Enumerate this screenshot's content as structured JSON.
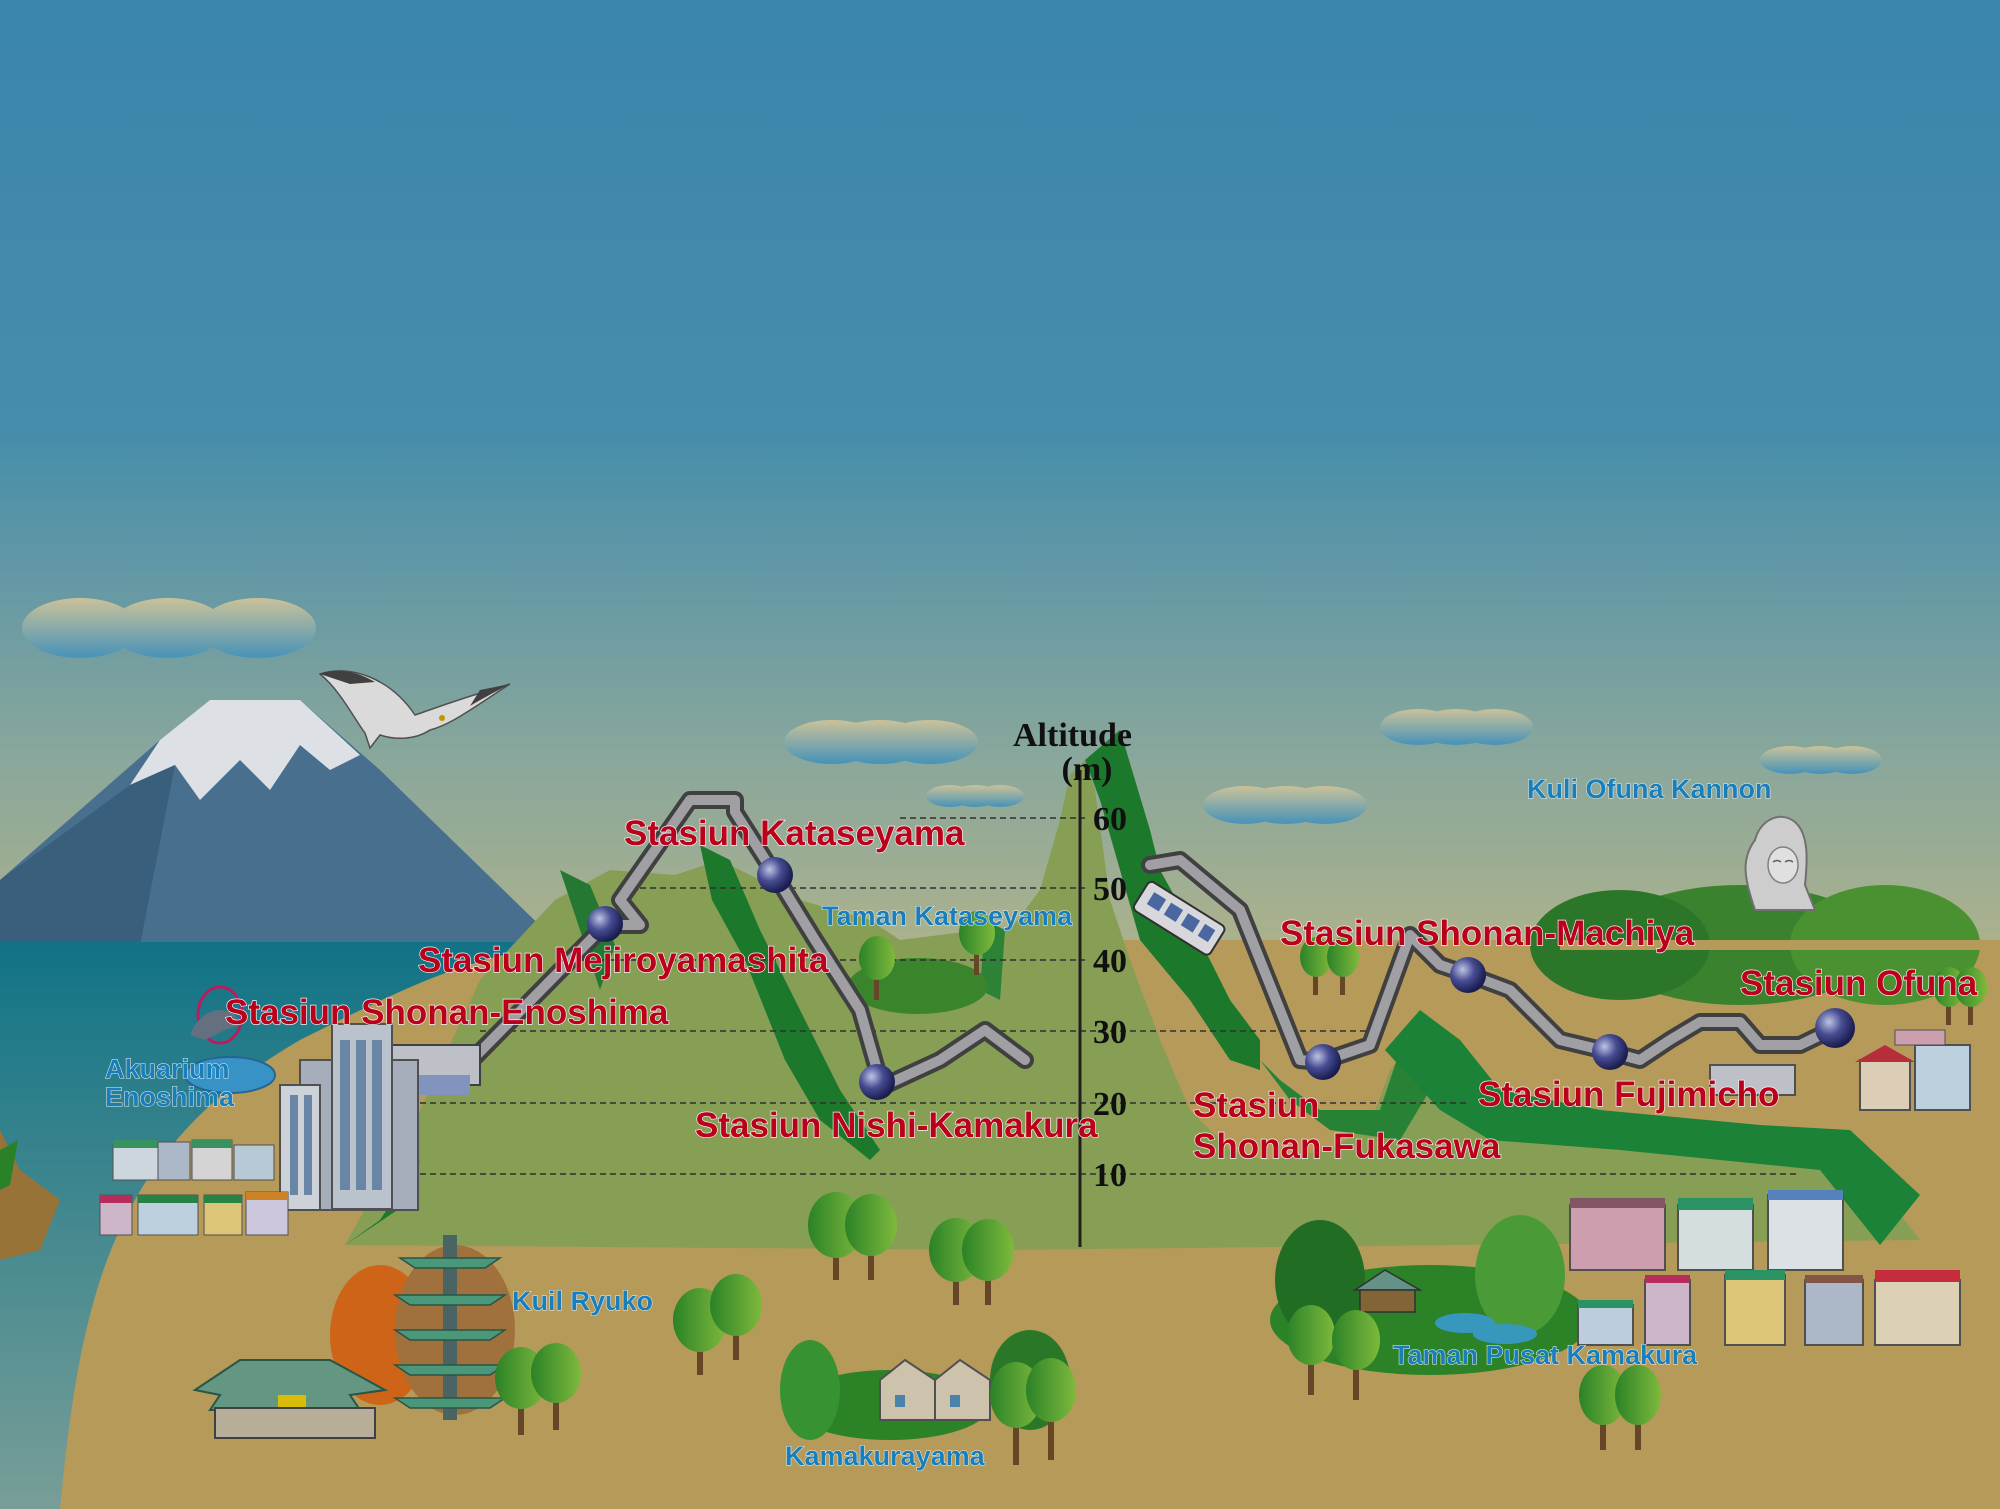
{
  "axis": {
    "title_line1": "Altitude",
    "title_line2": "(m)",
    "ticks": [
      "60",
      "50",
      "40",
      "30",
      "20",
      "10"
    ]
  },
  "stations": {
    "kataseyama": "Stasiun Kataseyama",
    "mejiroyamashita": "Stasiun Mejiroyamashita",
    "shonan_enoshima": "Stasiun Shonan-Enoshima",
    "nishi_kamakura": "Stasiun Nishi-Kamakura",
    "shonan_fukasawa_line1": "Stasiun",
    "shonan_fukasawa_line2": "Shonan-Fukasawa",
    "shonan_machiya": "Stasiun Shonan-Machiya",
    "fujimicho": "Stasiun Fujimicho",
    "ofuna": "Stasiun Ofuna"
  },
  "landmarks": {
    "ofuna_kannon": "Kuli Ofuna Kannon",
    "taman_kataseyama": "Taman Kataseyama",
    "akuarium_line1": "Akuarium",
    "akuarium_line2": "Enoshima",
    "kuil_ryuko": "Kuil Ryuko",
    "kamakurayama": "Kamakurayama",
    "taman_pusat": "Taman Pusat Kamakura"
  },
  "colors": {
    "sky_top": "#3f8fb8",
    "sky_bottom": "#a8b89a",
    "station_label": "#c4001c",
    "place_label": "#1a86c4",
    "ground": "#c0a35f",
    "hill_light": "#8fa75a",
    "hill_dark": "#1e8a3a"
  }
}
